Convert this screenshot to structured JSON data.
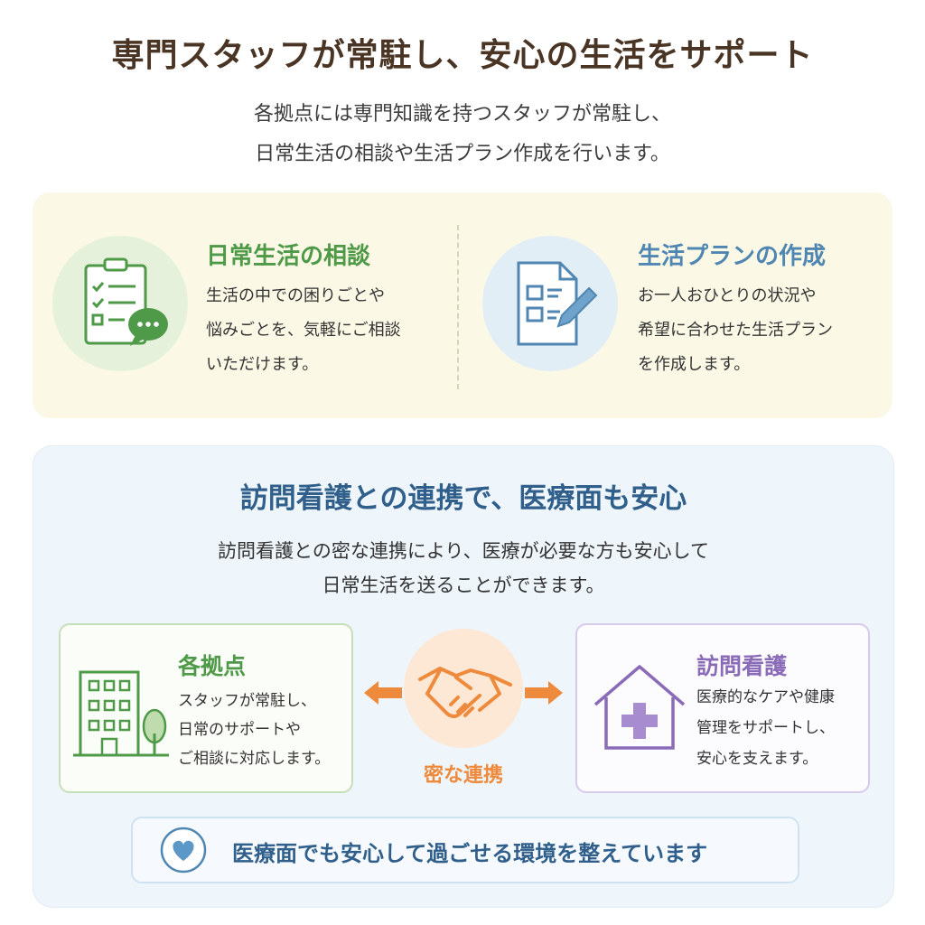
{
  "header": {
    "title": "専門スタッフが常駐し、安心の生活をサポート",
    "intro_lines": [
      "各拠点には専門知識を持つスタッフが常駐し、",
      "日常生活の相談や生活プラン作成を行います。"
    ]
  },
  "staff_features": [
    {
      "title": "日常生活の相談",
      "icon": "clipboard-chat-icon",
      "lines": [
        "生活の中での困りごとや",
        "悩みごとを、気軽にご相談",
        "いただけます。"
      ]
    },
    {
      "title": "生活プランの作成",
      "icon": "document-pencil-icon",
      "lines": [
        "お一人おひとりの状況や",
        "希望に合わせた生活プラン",
        "を作成します。"
      ]
    }
  ],
  "nursing": {
    "heading": "訪問看護との連携で、医療面も安心",
    "intro_lines": [
      "訪問看護との密な連携により、医療が必要な方も安心して",
      "日常生活を送ることができます。"
    ],
    "left_card": {
      "title": "各拠点",
      "icon": "building-icon",
      "lines": [
        "スタッフが常駐し、",
        "日常のサポートや",
        "ご相談に対応します。"
      ]
    },
    "center": {
      "icon": "handshake-icon",
      "label": "密な連携"
    },
    "right_card": {
      "title": "訪問看護",
      "icon": "medical-house-icon",
      "lines": [
        "医療的なケアや健康",
        "管理をサポートし、",
        "安心を支えます。"
      ]
    },
    "reassurance": {
      "icon": "heart-icon",
      "text": "医療面でも安心して過ごせる環境を整えています"
    }
  },
  "colors": {
    "title_brown": "#4a3424",
    "green": "#4f9a48",
    "blue": "#4f86b2",
    "purple": "#8a6bb8",
    "orange": "#ee8a3c",
    "navy": "#2f5f8a"
  }
}
